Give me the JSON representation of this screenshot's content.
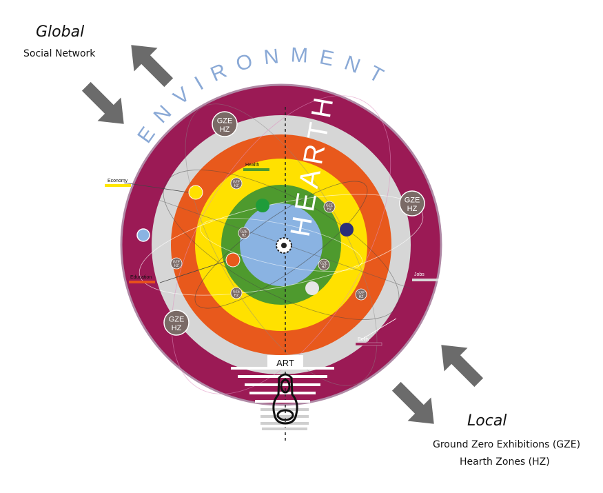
{
  "global_block": {
    "title": "Global",
    "subtitle": "Social Network"
  },
  "local_block": {
    "title": "Local",
    "lines": [
      "Ground Zero Exhibitions (GZE)",
      "Hearth Zones (HZ)"
    ]
  },
  "arc_labels": {
    "environment": "ENVIRONMENT",
    "hearth": "HEARTH"
  },
  "center_label": "ART",
  "sector_labels": [
    {
      "text": "Economy",
      "color": "#ffe600"
    },
    {
      "text": "Health",
      "color": "#4e9a2e"
    },
    {
      "text": "Education",
      "color": "#e6501c"
    },
    {
      "text": "Jobs",
      "color": "#d9d9d9"
    },
    {
      "text": "Polity",
      "color": "#9b1a55"
    }
  ],
  "badge_text": [
    "GZE",
    "HZ"
  ],
  "colors": {
    "outer": "#9b1a55",
    "grey": "#d6d6d6",
    "orange": "#e8591c",
    "yellow": "#ffe100",
    "green": "#4e9a2e",
    "blue": "#8ab3e2",
    "badge": "#7a6a66",
    "arrow": "#6b6b6b",
    "arc_text": "#8aa9d6"
  }
}
